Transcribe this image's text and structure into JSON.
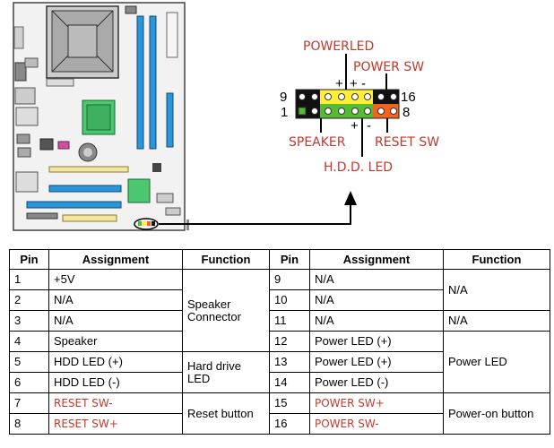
{
  "diagram": {
    "labels": {
      "powerled": "POWERLED",
      "power_sw": "POWER SW",
      "speaker": "SPEAKER",
      "reset_sw": "RESET SW",
      "hdd_led": "H.D.D. LED",
      "pin9": "9",
      "pin16": "16",
      "pin1": "1",
      "pin8": "8",
      "plus_top_1": "+",
      "plus_top_2": "+",
      "minus_top": "-",
      "plus_bottom": "+",
      "minus_bottom": "-"
    },
    "colors": {
      "label_red": "#c0392b",
      "yellow": "#ffee33",
      "green": "#55bb33",
      "black": "#111111",
      "orange": "#f4621d",
      "board_blue": "#2a95d8",
      "board_yellow": "#f3e6a0",
      "board_green": "#4cc66f"
    }
  },
  "table": {
    "headers": [
      "Pin",
      "Assignment",
      "Function",
      "Pin",
      "Assignment",
      "Function"
    ],
    "left": [
      {
        "pin": "1",
        "assignment": "+5V"
      },
      {
        "pin": "2",
        "assignment": "N/A"
      },
      {
        "pin": "3",
        "assignment": "N/A"
      },
      {
        "pin": "4",
        "assignment": "Speaker"
      },
      {
        "pin": "5",
        "assignment": "HDD LED (+)"
      },
      {
        "pin": "6",
        "assignment": "HDD LED (-)"
      },
      {
        "pin": "7",
        "assignment": "RESET SW-"
      },
      {
        "pin": "8",
        "assignment": "RESET SW+"
      }
    ],
    "left_functions": [
      "Speaker Connector",
      "Hard drive LED",
      "Reset button"
    ],
    "right": [
      {
        "pin": "9",
        "assignment": "N/A"
      },
      {
        "pin": "10",
        "assignment": "N/A"
      },
      {
        "pin": "11",
        "assignment": "N/A"
      },
      {
        "pin": "12",
        "assignment": "Power LED (+)"
      },
      {
        "pin": "13",
        "assignment": "Power LED (+)"
      },
      {
        "pin": "14",
        "assignment": "Power LED (-)"
      },
      {
        "pin": "15",
        "assignment": "POWER SW+"
      },
      {
        "pin": "16",
        "assignment": "POWER SW-"
      }
    ],
    "right_functions": [
      "N/A",
      "N/A",
      "Power LED",
      "Power-on button"
    ]
  }
}
